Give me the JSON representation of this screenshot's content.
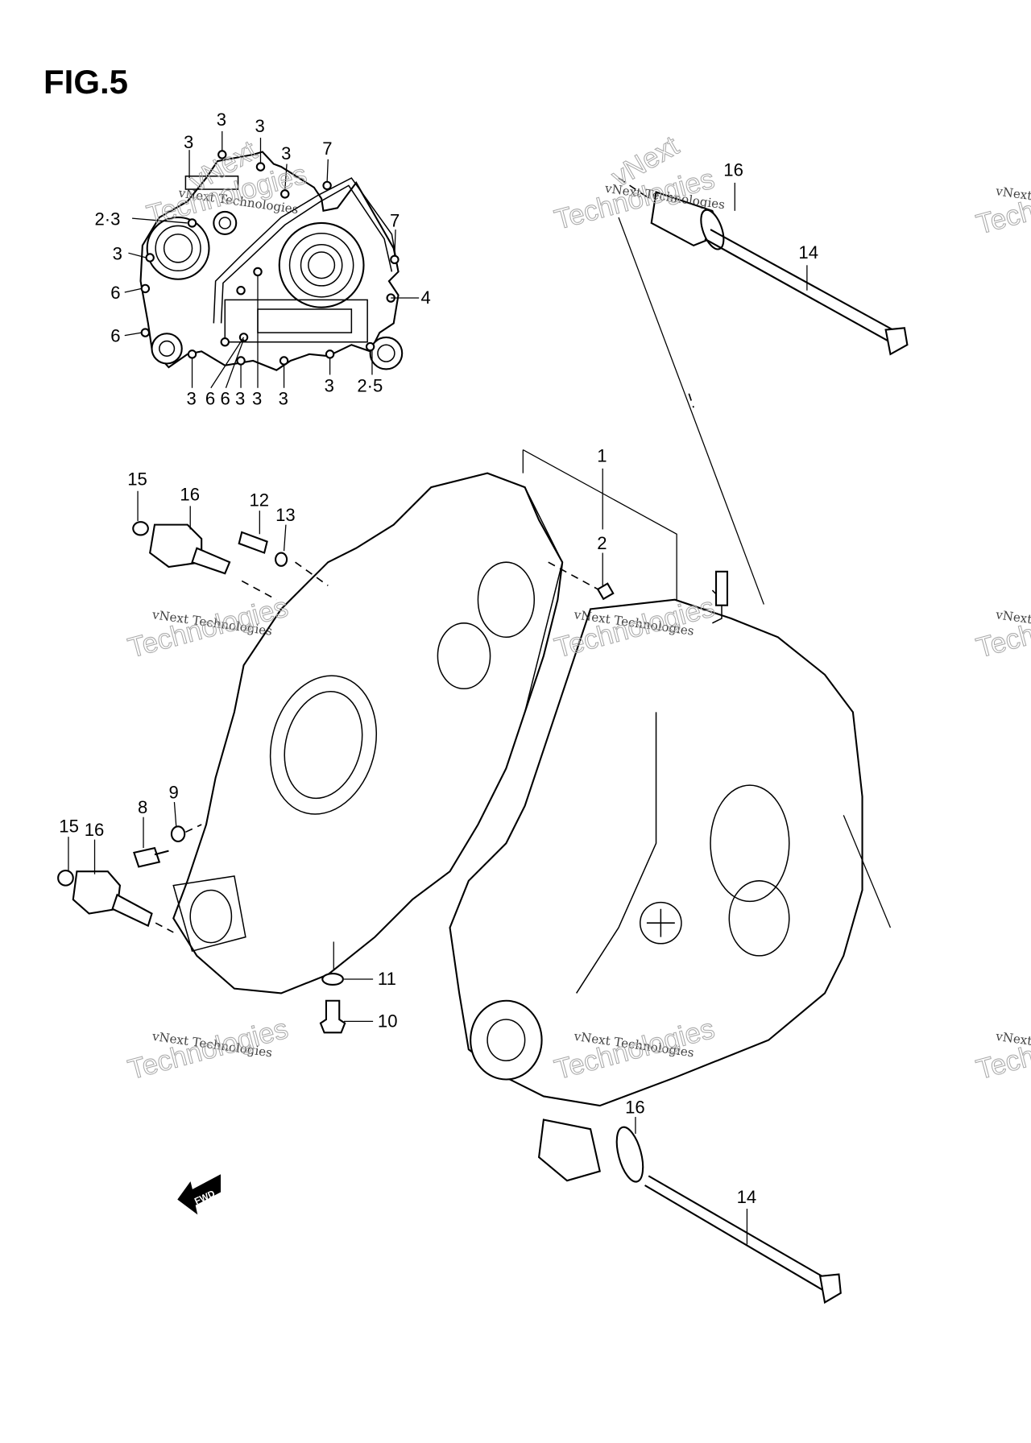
{
  "figure": {
    "title": "FIG.5",
    "direction_marker": {
      "icon": "fwd-arrow-icon",
      "label": "FWD"
    }
  },
  "watermark": {
    "line1": "vNext Technologies",
    "line2a": "vNext",
    "line2b": "Technologies"
  },
  "callouts": {
    "inset": [
      {
        "id": "a1",
        "text": "3"
      },
      {
        "id": "a2",
        "text": "3"
      },
      {
        "id": "a3",
        "text": "3"
      },
      {
        "id": "a4",
        "text": "3"
      },
      {
        "id": "a5",
        "text": "7"
      },
      {
        "id": "a6",
        "text": "2·3"
      },
      {
        "id": "a7",
        "text": "7"
      },
      {
        "id": "a8",
        "text": "3"
      },
      {
        "id": "a9",
        "text": "4"
      },
      {
        "id": "a10",
        "text": "6"
      },
      {
        "id": "a11",
        "text": "6"
      },
      {
        "id": "a12",
        "text": "3"
      },
      {
        "id": "a13",
        "text": "6"
      },
      {
        "id": "a14",
        "text": "6"
      },
      {
        "id": "a15",
        "text": "3"
      },
      {
        "id": "a16",
        "text": "3"
      },
      {
        "id": "a17",
        "text": "3"
      },
      {
        "id": "a18",
        "text": "3"
      },
      {
        "id": "a19",
        "text": "2·5"
      }
    ],
    "main": [
      {
        "id": "m16a",
        "text": "16"
      },
      {
        "id": "m14a",
        "text": "14"
      },
      {
        "id": "m1",
        "text": "1"
      },
      {
        "id": "m2",
        "text": "2"
      },
      {
        "id": "m15a",
        "text": "15"
      },
      {
        "id": "m16b",
        "text": "16"
      },
      {
        "id": "m12",
        "text": "12"
      },
      {
        "id": "m13",
        "text": "13"
      },
      {
        "id": "m8",
        "text": "8"
      },
      {
        "id": "m9",
        "text": "9"
      },
      {
        "id": "m15b",
        "text": "15"
      },
      {
        "id": "m16c",
        "text": "16"
      },
      {
        "id": "m11",
        "text": "11"
      },
      {
        "id": "m10",
        "text": "10"
      },
      {
        "id": "m16d",
        "text": "16"
      },
      {
        "id": "m14b",
        "text": "14"
      }
    ]
  }
}
